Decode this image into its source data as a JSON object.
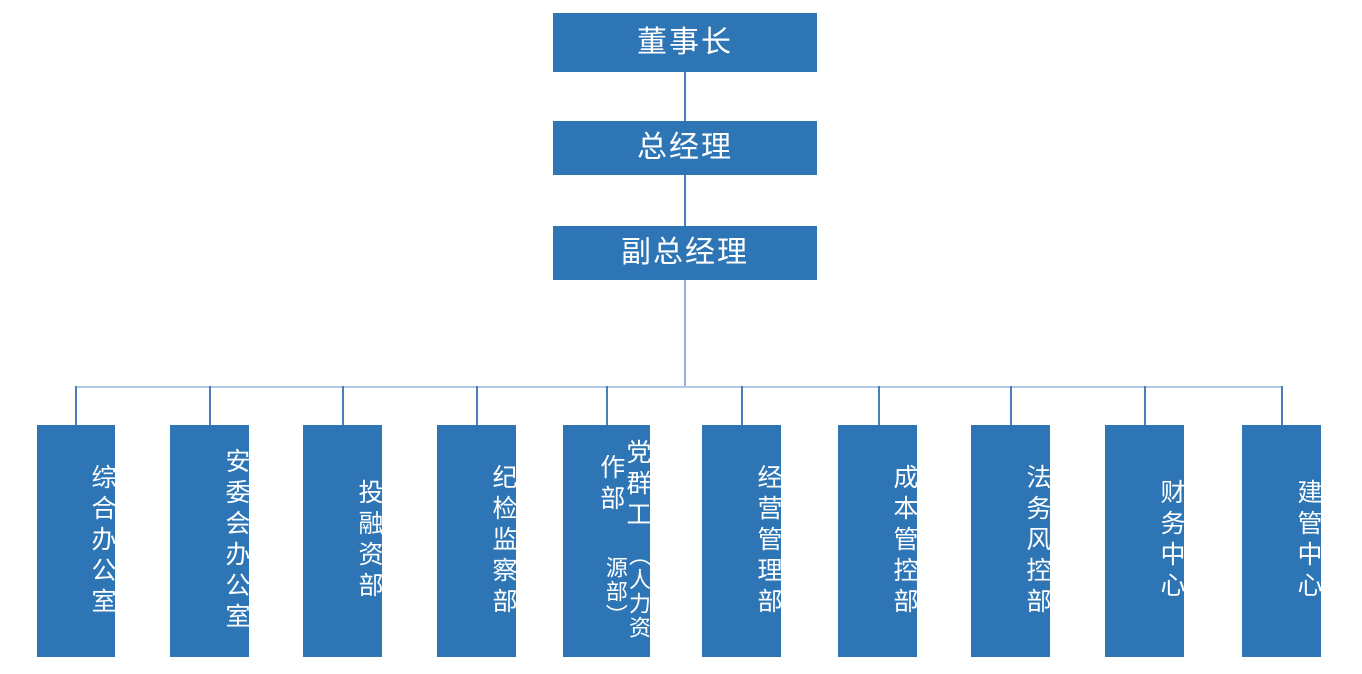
{
  "chart_data": {
    "type": "diagram",
    "diagram_type": "org-chart",
    "title": "",
    "orientation": "top-down",
    "accent_color": "#2e75b6",
    "connector_color": "#4a7ebb",
    "connector_bus_color": "#b3c9e6",
    "text_color": "#ffffff",
    "background_color": "#ffffff",
    "levels": [
      {
        "level": 1,
        "nodes": [
          "董事长"
        ]
      },
      {
        "level": 2,
        "nodes": [
          "总经理"
        ]
      },
      {
        "level": 3,
        "nodes": [
          "副总经理"
        ]
      },
      {
        "level": 4,
        "nodes": [
          "综合办公室",
          "安委会办公室",
          "投融资部",
          "纪检监察部",
          "党群工作部（人力资源部）",
          "经营管理部",
          "成本管控部",
          "法务风控部",
          "财务中心",
          "建管中心"
        ]
      }
    ],
    "edges": [
      {
        "from": "董事长",
        "to": "总经理"
      },
      {
        "from": "总经理",
        "to": "副总经理"
      },
      {
        "from": "副总经理",
        "to": "综合办公室"
      },
      {
        "from": "副总经理",
        "to": "安委会办公室"
      },
      {
        "from": "副总经理",
        "to": "投融资部"
      },
      {
        "from": "副总经理",
        "to": "纪检监察部"
      },
      {
        "from": "副总经理",
        "to": "党群工作部（人力资源部）"
      },
      {
        "from": "副总经理",
        "to": "经营管理部"
      },
      {
        "from": "副总经理",
        "to": "成本管控部"
      },
      {
        "from": "副总经理",
        "to": "法务风控部"
      },
      {
        "from": "副总经理",
        "to": "财务中心"
      },
      {
        "from": "副总经理",
        "to": "建管中心"
      }
    ]
  },
  "executives": {
    "chairman": "董事长",
    "general_manager": "总经理",
    "deputy_general_manager": "副总经理"
  },
  "departments": [
    {
      "name": "综合办公室"
    },
    {
      "name": "安委会办公室"
    },
    {
      "name": "投融资部"
    },
    {
      "name": "纪检监察部"
    },
    {
      "name": "党群工作部",
      "secondary": "（人力资源部）"
    },
    {
      "name": "经营管理部"
    },
    {
      "name": "成本管控部"
    },
    {
      "name": "法务风控部"
    },
    {
      "name": "财务中心"
    },
    {
      "name": "建管中心"
    }
  ]
}
